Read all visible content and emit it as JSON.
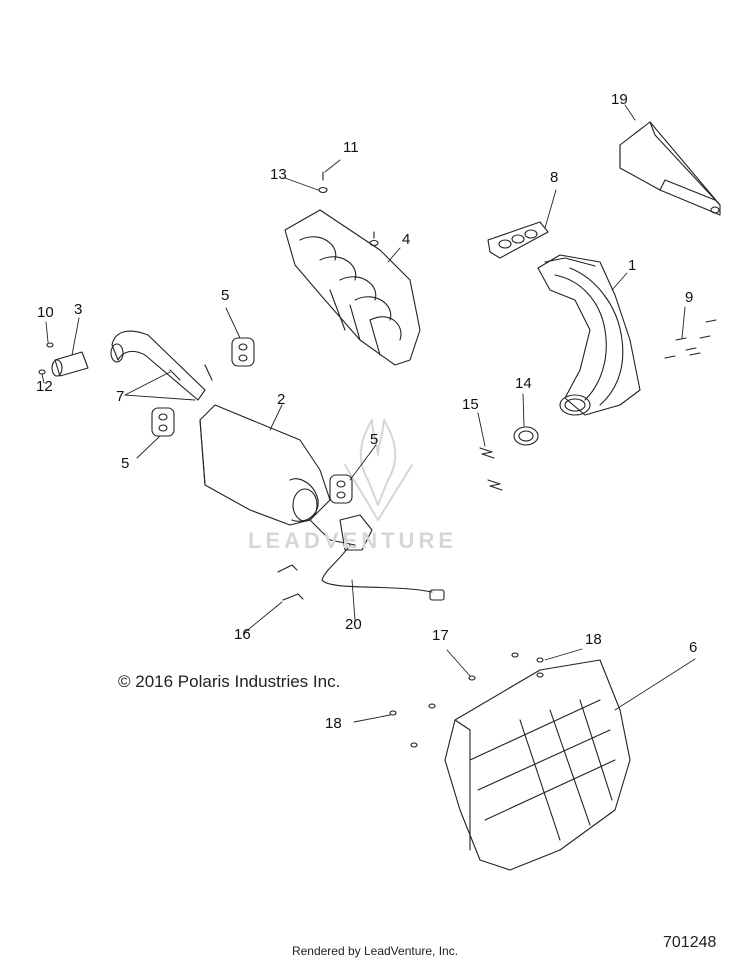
{
  "diagram": {
    "callouts": {
      "c1": "1",
      "c2": "2",
      "c3": "3",
      "c4": "4",
      "c5a": "5",
      "c5b": "5",
      "c5c": "5",
      "c6": "6",
      "c7": "7",
      "c8": "8",
      "c9": "9",
      "c10": "10",
      "c11": "11",
      "c12": "12",
      "c13": "13",
      "c14": "14",
      "c15": "15",
      "c16": "16",
      "c17": "17",
      "c18a": "18",
      "c18b": "18",
      "c19": "19",
      "c20": "20"
    },
    "copyright": "© 2016 Polaris Industries Inc.",
    "rendered_by": "Rendered by LeadVenture, Inc.",
    "reference_number": "701248",
    "watermark_text": "LEADVENTURE",
    "colors": {
      "line": "#222222",
      "watermark": "#d6d6d6"
    }
  }
}
